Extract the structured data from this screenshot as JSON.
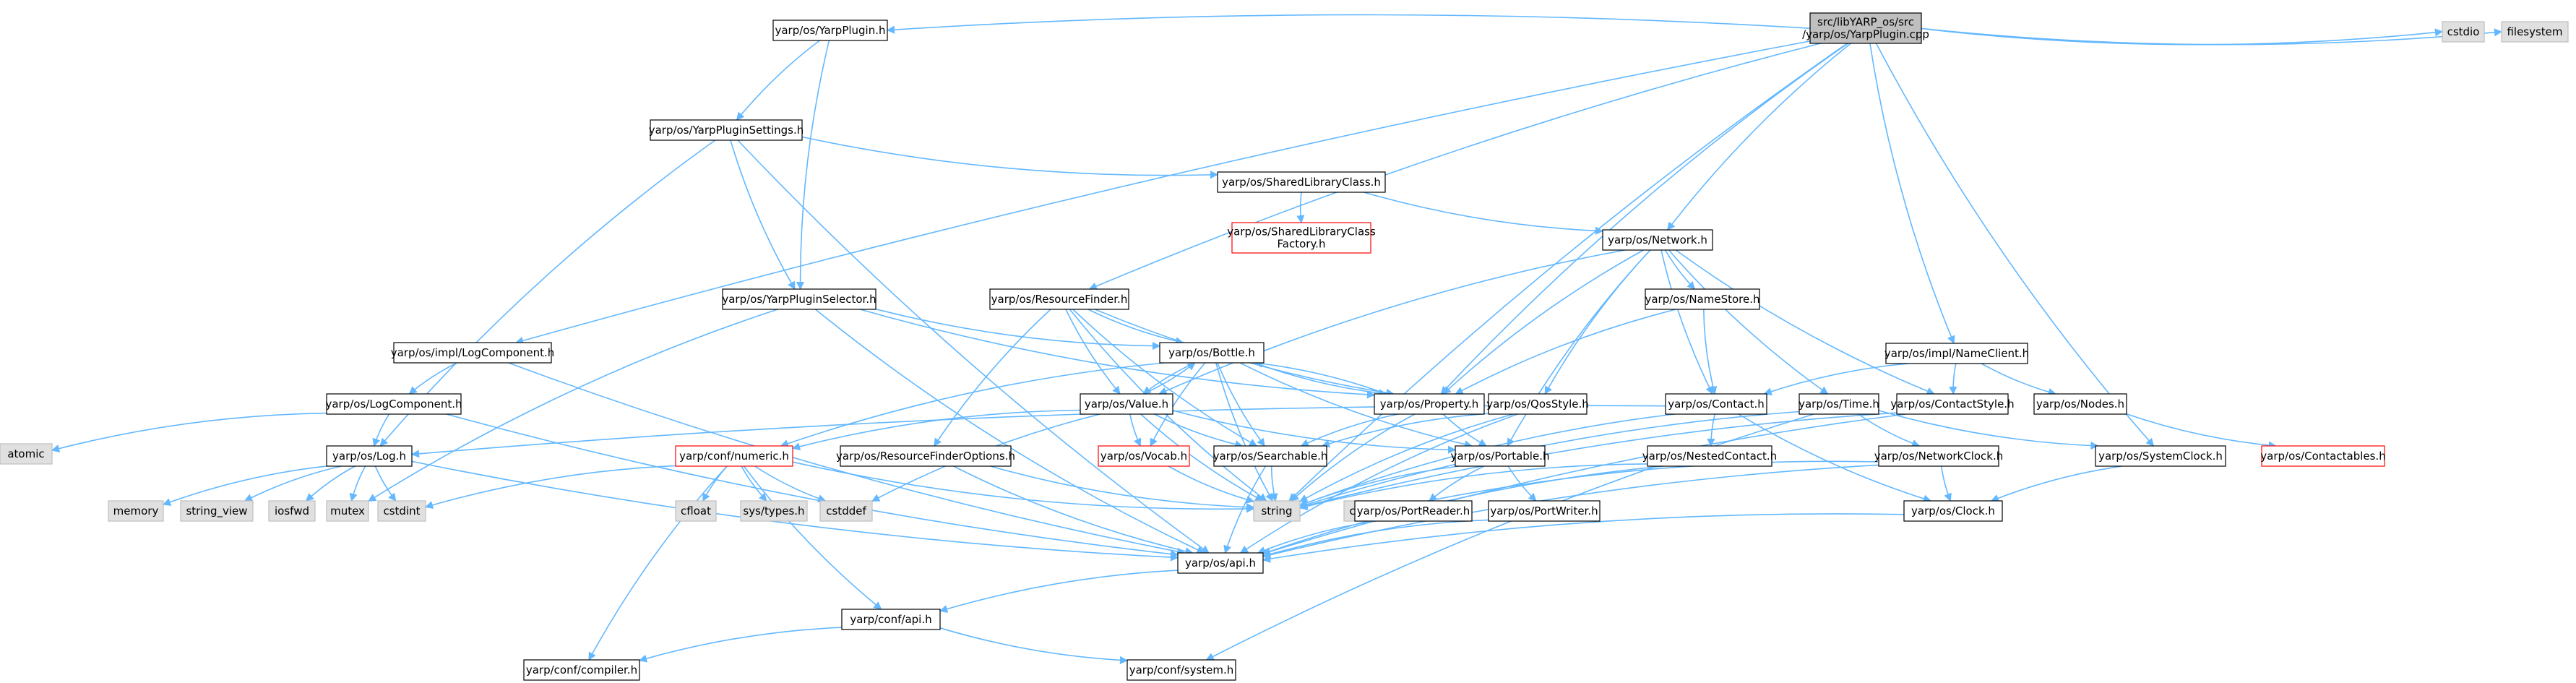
{
  "title_lines": [
    "src/libYARP_os/src",
    "/yarp/os/YarpPlugin.cpp"
  ],
  "colors": {
    "edge": "#63b8ff",
    "node_border_normal": "#000000",
    "node_border_red": "#ff0000",
    "node_border_gray": "#bfbfbf",
    "node_fill_normal": "#ffffff",
    "node_fill_gray": "#e0e0e0",
    "node_fill_root": "#bfbfbf"
  },
  "nodes": {
    "root": {
      "lines": [
        "src/libYARP_os/src",
        "/yarp/os/YarpPlugin.cpp"
      ],
      "style": "root"
    },
    "cstdio": {
      "lines": [
        "cstdio"
      ],
      "style": "gray"
    },
    "filesystem": {
      "lines": [
        "filesystem"
      ],
      "style": "gray"
    },
    "yarpplugin_h": {
      "lines": [
        "yarp/os/YarpPlugin.h"
      ],
      "style": "normal"
    },
    "pluginsettings": {
      "lines": [
        "yarp/os/YarpPluginSettings.h"
      ],
      "style": "normal"
    },
    "sharedlib": {
      "lines": [
        "yarp/os/SharedLibraryClass.h"
      ],
      "style": "normal"
    },
    "sharedfactory": {
      "lines": [
        "yarp/os/SharedLibraryClass",
        "Factory.h"
      ],
      "style": "red"
    },
    "network": {
      "lines": [
        "yarp/os/Network.h"
      ],
      "style": "normal"
    },
    "nameclient": {
      "lines": [
        "yarp/os/impl/NameClient.h"
      ],
      "style": "normal"
    },
    "resourcefinder": {
      "lines": [
        "yarp/os/ResourceFinder.h"
      ],
      "style": "normal"
    },
    "pluginselector": {
      "lines": [
        "yarp/os/YarpPluginSelector.h"
      ],
      "style": "normal"
    },
    "logcomp_impl": {
      "lines": [
        "yarp/os/impl/LogComponent.h"
      ],
      "style": "normal"
    },
    "logcomp": {
      "lines": [
        "yarp/os/LogComponent.h"
      ],
      "style": "normal"
    },
    "atomic": {
      "lines": [
        "atomic"
      ],
      "style": "gray"
    },
    "log": {
      "lines": [
        "yarp/os/Log.h"
      ],
      "style": "normal"
    },
    "memory": {
      "lines": [
        "memory"
      ],
      "style": "gray"
    },
    "string_view": {
      "lines": [
        "string_view"
      ],
      "style": "gray"
    },
    "iosfwd": {
      "lines": [
        "iosfwd"
      ],
      "style": "gray"
    },
    "mutex": {
      "lines": [
        "mutex"
      ],
      "style": "gray"
    },
    "cstdint": {
      "lines": [
        "cstdint"
      ],
      "style": "gray"
    },
    "bottle": {
      "lines": [
        "yarp/os/Bottle.h"
      ],
      "style": "normal"
    },
    "value": {
      "lines": [
        "yarp/os/Value.h"
      ],
      "style": "normal"
    },
    "property": {
      "lines": [
        "yarp/os/Property.h"
      ],
      "style": "normal"
    },
    "namestore": {
      "lines": [
        "yarp/os/NameStore.h"
      ],
      "style": "normal"
    },
    "qosstyle": {
      "lines": [
        "yarp/os/QosStyle.h"
      ],
      "style": "normal"
    },
    "contact": {
      "lines": [
        "yarp/os/Contact.h"
      ],
      "style": "normal"
    },
    "time": {
      "lines": [
        "yarp/os/Time.h"
      ],
      "style": "normal"
    },
    "contactstyle": {
      "lines": [
        "yarp/os/ContactStyle.h"
      ],
      "style": "normal"
    },
    "nodes": {
      "lines": [
        "yarp/os/Nodes.h"
      ],
      "style": "normal"
    },
    "contactables": {
      "lines": [
        "yarp/os/Contactables.h"
      ],
      "style": "red"
    },
    "numeric": {
      "lines": [
        "yarp/conf/numeric.h"
      ],
      "style": "red"
    },
    "rfoptions": {
      "lines": [
        "yarp/os/ResourceFinderOptions.h"
      ],
      "style": "normal"
    },
    "vocab": {
      "lines": [
        "yarp/os/Vocab.h"
      ],
      "style": "red"
    },
    "searchable": {
      "lines": [
        "yarp/os/Searchable.h"
      ],
      "style": "normal"
    },
    "portable": {
      "lines": [
        "yarp/os/Portable.h"
      ],
      "style": "normal"
    },
    "nestedcontact": {
      "lines": [
        "yarp/os/NestedContact.h"
      ],
      "style": "normal"
    },
    "networkclock": {
      "lines": [
        "yarp/os/NetworkClock.h"
      ],
      "style": "normal"
    },
    "systemclock": {
      "lines": [
        "yarp/os/SystemClock.h"
      ],
      "style": "normal"
    },
    "cfloat": {
      "lines": [
        "cfloat"
      ],
      "style": "gray"
    },
    "systypes": {
      "lines": [
        "sys/types.h"
      ],
      "style": "gray"
    },
    "cstddef": {
      "lines": [
        "cstddef"
      ],
      "style": "gray"
    },
    "string": {
      "lines": [
        "string"
      ],
      "style": "gray"
    },
    "cstdlib": {
      "lines": [
        "cstdlib"
      ],
      "style": "gray"
    },
    "portreader": {
      "lines": [
        "yarp/os/PortReader.h"
      ],
      "style": "normal"
    },
    "portwriter": {
      "lines": [
        "yarp/os/PortWriter.h"
      ],
      "style": "normal"
    },
    "clock": {
      "lines": [
        "yarp/os/Clock.h"
      ],
      "style": "normal"
    },
    "api": {
      "lines": [
        "yarp/os/api.h"
      ],
      "style": "normal"
    },
    "confapi": {
      "lines": [
        "yarp/conf/api.h"
      ],
      "style": "normal"
    },
    "compiler": {
      "lines": [
        "yarp/conf/compiler.h"
      ],
      "style": "normal"
    },
    "system": {
      "lines": [
        "yarp/conf/system.h"
      ],
      "style": "normal"
    }
  },
  "edges": [
    [
      "root",
      "yarpplugin_h"
    ],
    [
      "root",
      "cstdio"
    ],
    [
      "root",
      "filesystem"
    ],
    [
      "root",
      "logcomp_impl"
    ],
    [
      "root",
      "resourcefinder"
    ],
    [
      "root",
      "property"
    ],
    [
      "root",
      "network"
    ],
    [
      "root",
      "nameclient"
    ],
    [
      "root",
      "systemclock"
    ],
    [
      "root",
      "string"
    ],
    [
      "yarpplugin_h",
      "pluginsettings"
    ],
    [
      "yarpplugin_h",
      "pluginselector"
    ],
    [
      "pluginsettings",
      "sharedlib"
    ],
    [
      "pluginsettings",
      "pluginselector"
    ],
    [
      "pluginsettings",
      "log"
    ],
    [
      "pluginsettings",
      "api"
    ],
    [
      "sharedlib",
      "sharedfactory"
    ],
    [
      "sharedlib",
      "network"
    ],
    [
      "network",
      "value"
    ],
    [
      "network",
      "namestore"
    ],
    [
      "network",
      "property"
    ],
    [
      "network",
      "qosstyle"
    ],
    [
      "network",
      "contact"
    ],
    [
      "network",
      "time"
    ],
    [
      "network",
      "contactstyle"
    ],
    [
      "network",
      "portable"
    ],
    [
      "nameclient",
      "contact"
    ],
    [
      "nameclient",
      "contactstyle"
    ],
    [
      "nameclient",
      "nodes"
    ],
    [
      "resourcefinder",
      "bottle"
    ],
    [
      "resourcefinder",
      "value"
    ],
    [
      "resourcefinder",
      "rfoptions"
    ],
    [
      "resourcefinder",
      "property"
    ],
    [
      "resourcefinder",
      "searchable"
    ],
    [
      "resourcefinder",
      "string"
    ],
    [
      "pluginselector",
      "bottle"
    ],
    [
      "pluginselector",
      "property"
    ],
    [
      "pluginselector",
      "mutex"
    ],
    [
      "pluginselector",
      "api"
    ],
    [
      "logcomp_impl",
      "logcomp"
    ],
    [
      "logcomp_impl",
      "api"
    ],
    [
      "logcomp",
      "atomic"
    ],
    [
      "logcomp",
      "log"
    ],
    [
      "logcomp",
      "api"
    ],
    [
      "log",
      "memory"
    ],
    [
      "log",
      "string_view"
    ],
    [
      "log",
      "iosfwd"
    ],
    [
      "log",
      "mutex"
    ],
    [
      "log",
      "cstdint"
    ],
    [
      "log",
      "api"
    ],
    [
      "bottle",
      "value"
    ],
    [
      "bottle",
      "property"
    ],
    [
      "bottle",
      "vocab"
    ],
    [
      "bottle",
      "searchable"
    ],
    [
      "bottle",
      "portable"
    ],
    [
      "bottle",
      "string"
    ],
    [
      "bottle",
      "numeric"
    ],
    [
      "value",
      "bottle"
    ],
    [
      "value",
      "numeric"
    ],
    [
      "value",
      "vocab"
    ],
    [
      "value",
      "searchable"
    ],
    [
      "value",
      "portable"
    ],
    [
      "value",
      "cstddef"
    ],
    [
      "value",
      "string"
    ],
    [
      "property",
      "bottle"
    ],
    [
      "property",
      "searchable"
    ],
    [
      "property",
      "portable"
    ],
    [
      "property",
      "string"
    ],
    [
      "namestore",
      "property"
    ],
    [
      "namestore",
      "contact"
    ],
    [
      "qosstyle",
      "searchable"
    ],
    [
      "qosstyle",
      "api"
    ],
    [
      "qosstyle",
      "string"
    ],
    [
      "contact",
      "nestedcontact"
    ],
    [
      "contact",
      "log"
    ],
    [
      "contact",
      "string"
    ],
    [
      "contact",
      "clock"
    ],
    [
      "time",
      "networkclock"
    ],
    [
      "time",
      "systemclock"
    ],
    [
      "time",
      "string"
    ],
    [
      "time",
      "system"
    ],
    [
      "contactstyle",
      "string"
    ],
    [
      "contactstyle",
      "api"
    ],
    [
      "nodes",
      "contactables"
    ],
    [
      "numeric",
      "cfloat"
    ],
    [
      "numeric",
      "systypes"
    ],
    [
      "numeric",
      "cstddef"
    ],
    [
      "numeric",
      "cstdint"
    ],
    [
      "numeric",
      "string"
    ],
    [
      "numeric",
      "confapi"
    ],
    [
      "numeric",
      "compiler"
    ],
    [
      "rfoptions",
      "string"
    ],
    [
      "rfoptions",
      "api"
    ],
    [
      "vocab",
      "string"
    ],
    [
      "searchable",
      "string"
    ],
    [
      "searchable",
      "api"
    ],
    [
      "portable",
      "portreader"
    ],
    [
      "portable",
      "portwriter"
    ],
    [
      "portable",
      "string"
    ],
    [
      "nestedcontact",
      "string"
    ],
    [
      "nestedcontact",
      "api"
    ],
    [
      "networkclock",
      "clock"
    ],
    [
      "networkclock",
      "cstdlib"
    ],
    [
      "networkclock",
      "api"
    ],
    [
      "systemclock",
      "clock"
    ],
    [
      "portreader",
      "api"
    ],
    [
      "portwriter",
      "api"
    ],
    [
      "clock",
      "api"
    ],
    [
      "api",
      "confapi"
    ],
    [
      "confapi",
      "compiler"
    ],
    [
      "confapi",
      "system"
    ]
  ]
}
